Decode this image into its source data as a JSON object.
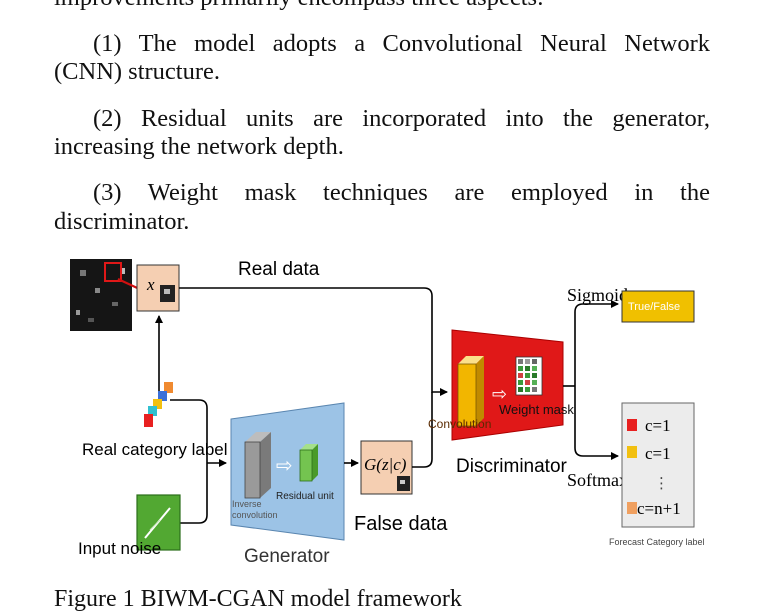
{
  "text": {
    "top_partial": "improvements primarily encompass three aspects:",
    "item1_line1": "(1) The model adopts a Convolutional Neural Network",
    "item1_line2": "(CNN) structure.",
    "item2_line1": "(2) Residual units are incorporated into the generator,",
    "item2_line2": "increasing the network depth.",
    "item3_line1": "(3) Weight mask techniques are employed in the",
    "item3_line2": "discriminator.",
    "caption_partial": "Figure 1 BIWM-CGAN model framework"
  },
  "figure": {
    "real_data": "Real data",
    "x_label": "x",
    "real_category_label": "Real category label",
    "input_noise": "Input noise",
    "generator": "Generator",
    "inverse_convolution_1": "Inverse",
    "inverse_convolution_2": "convolution",
    "residual_unit": "Residual unit",
    "g_output": "G(z|c)",
    "false_data": "False data",
    "convolution": "Convolution",
    "weight_mask": "Weight mask",
    "discriminator": "Discriminator",
    "sigmoid": "Sigmoid",
    "true_false": "True/False",
    "softmax": "Softmax",
    "class1": "c=1",
    "class2": "c=1",
    "dots": "⋮",
    "class_last": "c=n+1",
    "forecast_label": "Forecast Category label"
  },
  "colors": {
    "generator_fill": "#9cc3e6",
    "discriminator_fill": "#e01818",
    "noise_fill": "#52a832",
    "true_false_fill": "#f0c000",
    "peach_box": "#f5cfb2",
    "class_red": "#e82020",
    "class_yellow": "#f2c010",
    "class_orange": "#f0a060"
  }
}
